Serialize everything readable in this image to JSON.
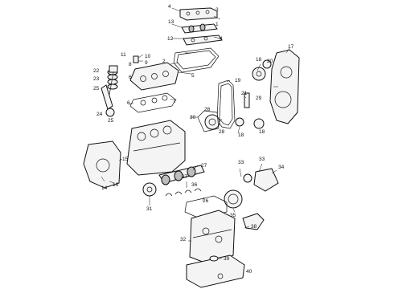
{
  "callouts": {
    "c1": "1",
    "c2": "2",
    "c3": "3",
    "c4": "4",
    "c5": "5",
    "c6": "6",
    "c7": "7",
    "c8": "8",
    "c9": "9",
    "c10": "10",
    "c11": "11",
    "c12": "12",
    "c13": "13",
    "c14": "14",
    "c15": "15",
    "c16": "16",
    "c17": "17",
    "c18": "18",
    "c19": "19",
    "c20": "20",
    "c21": "21",
    "c22": "22",
    "c23": "23",
    "c24": "24",
    "c25": "25",
    "c26": "26",
    "c27": "27",
    "c28": "28",
    "c29": "29",
    "c30": "30",
    "c31": "31",
    "c32": "32",
    "c33": "33",
    "c34": "34",
    "c35": "35",
    "c36": "36",
    "c37": "37",
    "c38": "38",
    "c39": "39",
    "c40": "40"
  },
  "colors": {
    "line": "#111111",
    "fill": "#f4f4f4",
    "shade": "#bdbdbd",
    "background": "#ffffff"
  }
}
